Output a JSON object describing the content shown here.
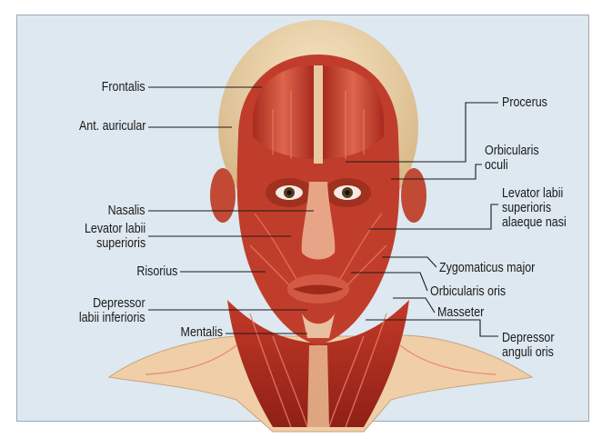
{
  "labels": {
    "frontalis": "Frontalis",
    "ant_auricular": "Ant. auricular",
    "nasalis": "Nasalis",
    "levator_labii_sup": [
      "Levator labii",
      "superioris"
    ],
    "risorius": "Risorius",
    "depressor_labii_inf": [
      "Depressor",
      "labii inferioris"
    ],
    "mentalis": "Mentalis",
    "procerus": "Procerus",
    "orbicularis_oculi": [
      "Orbicularis",
      "oculi"
    ],
    "levator_labii_alaeque": [
      "Levator labii",
      "superioris",
      "alaeque nasi"
    ],
    "zygomaticus_major": "Zygomaticus major",
    "orbicularis_oris": "Orbicularis oris",
    "masseter": "Masseter",
    "depressor_anguli": [
      "Depressor",
      "anguli oris"
    ]
  },
  "colors": {
    "background": "#dde8f0",
    "muscle": "#c8402e",
    "muscle_light": "#e57a62",
    "skin": "#f0cfa8",
    "leader_line": "#1a1a1a"
  }
}
